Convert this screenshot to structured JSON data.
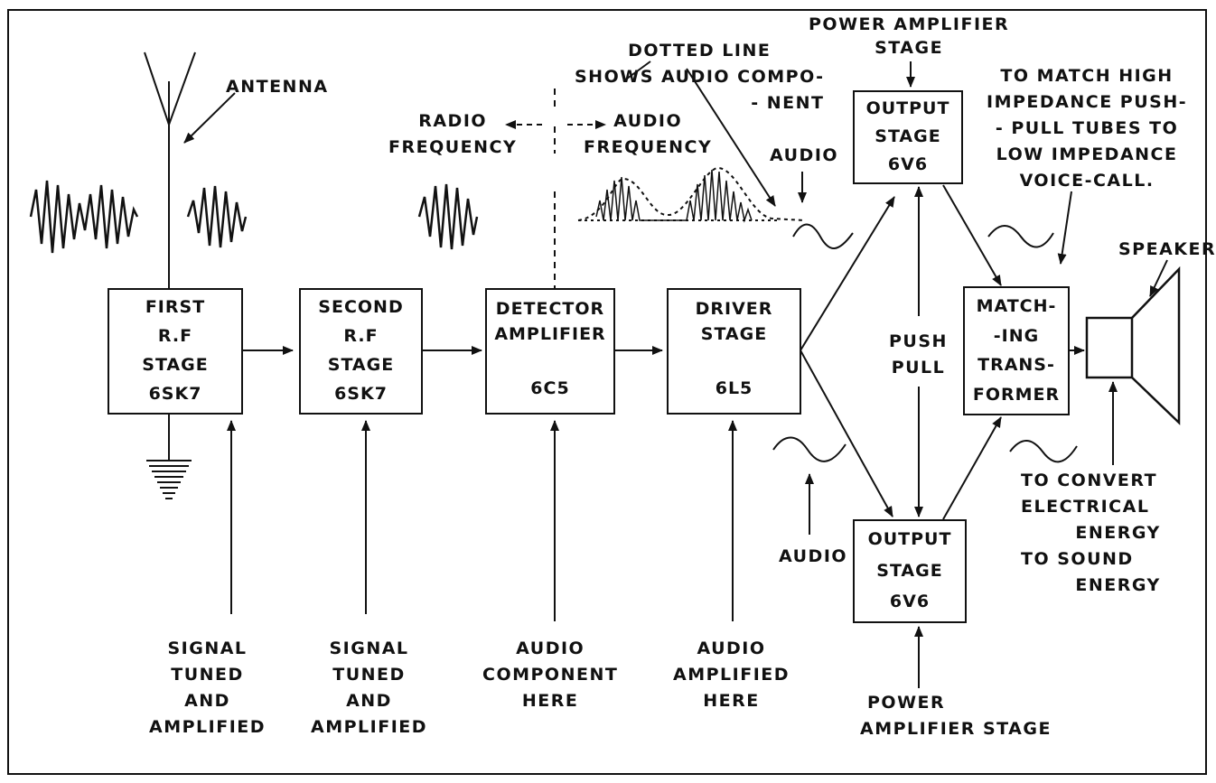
{
  "boxes": {
    "rf1": {
      "l1": "FIRST",
      "l2": "R.F",
      "l3": "STAGE",
      "tube": "6SK7"
    },
    "rf2": {
      "l1": "SECOND",
      "l2": "R.F",
      "l3": "STAGE",
      "tube": "6SK7"
    },
    "detector": {
      "l1": "DETECTOR",
      "l2": "AMPLIFIER",
      "tube": "6C5"
    },
    "driver": {
      "l1": "DRIVER",
      "l2": "STAGE",
      "tube": "6L5"
    },
    "output_top": {
      "l1": "OUTPUT",
      "l2": "STAGE",
      "tube": "6V6"
    },
    "output_bottom": {
      "l1": "OUTPUT",
      "l2": "STAGE",
      "tube": "6V6"
    },
    "matching": {
      "l1": "MATCH-",
      "l2": "-ING",
      "l3": "TRANS-",
      "l4": "FORMER"
    }
  },
  "labels": {
    "antenna": "ANTENNA",
    "radio_frequency": [
      "RADIO",
      "FREQUENCY"
    ],
    "audio_frequency": [
      "AUDIO",
      "FREQUENCY"
    ],
    "dotted_line": [
      "DOTTED LINE",
      "SHOWS AUDIO COMPO-",
      "- NENT"
    ],
    "power_amp_top": [
      "POWER AMPLIFIER",
      "STAGE"
    ],
    "match_note": [
      "TO MATCH HIGH",
      "IMPEDANCE PUSH-",
      "- PULL TUBES TO",
      "LOW IMPEDANCE",
      "VOICE-CALL."
    ],
    "audio_top": "AUDIO",
    "speaker": "SPEAKER",
    "push_pull": [
      "PUSH",
      "PULL"
    ],
    "audio_mid": "AUDIO",
    "convert": [
      "TO CONVERT",
      "ELECTRICAL",
      "ENERGY",
      "TO SOUND",
      "ENERGY"
    ],
    "bottom1": [
      "SIGNAL",
      "TUNED",
      "AND",
      "AMPLIFIED"
    ],
    "bottom2": [
      "SIGNAL",
      "TUNED",
      "AND",
      "AMPLIFIED"
    ],
    "bottom3": [
      "AUDIO",
      "COMPONENT",
      "HERE"
    ],
    "bottom4": [
      "AUDIO",
      "AMPLIFIED",
      "HERE"
    ],
    "power_amp_bottom": [
      "POWER",
      "AMPLIFIER STAGE"
    ]
  }
}
